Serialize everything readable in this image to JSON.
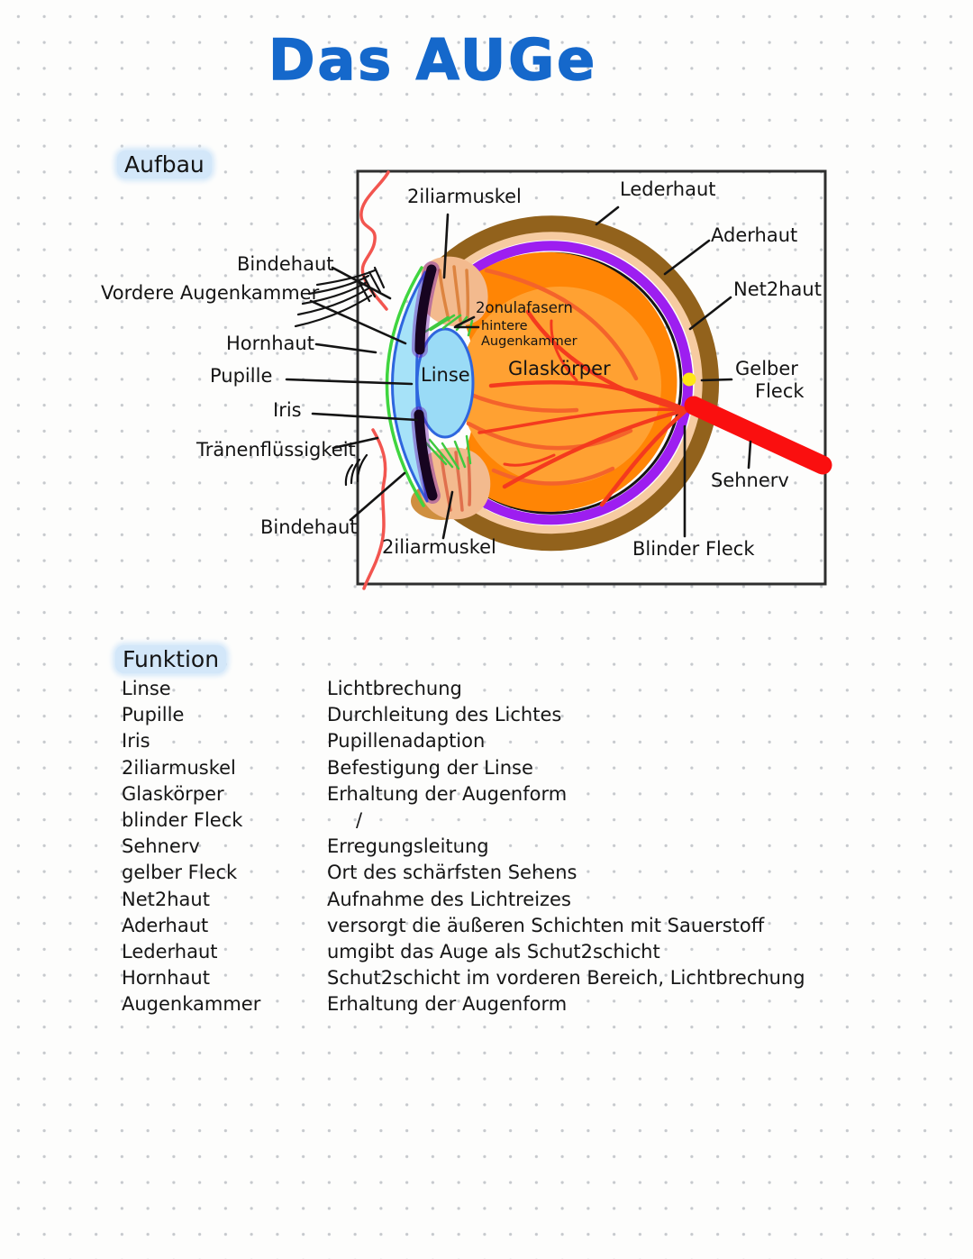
{
  "page": {
    "title": "Das AUGe"
  },
  "colors": {
    "title_blue": "#1568cb",
    "heading_highlight": "#d3e7f9",
    "ink": "#161616",
    "sclera_brown": "#92621c",
    "choroid_purple": "#9d1ef0",
    "inner_band_peach": "#f6cba1",
    "vitreous_orange_deep": "#ff8505",
    "vitreous_orange_light": "#ffa132",
    "vessel_red": "#f43a1e",
    "optic_nerve_red": "#fa0f0f",
    "macula_yellow": "#ffe714",
    "lens_blue": "#9adbf6",
    "cornea_blue": "#a6e2f8",
    "cornea_green_line": "#3fd53f",
    "outline_blue": "#2e66de",
    "ciliary_peach": "#f3ba8e",
    "fiber_green": "#3fc93f",
    "eyelid_red": "#f2554f"
  },
  "aufbau": {
    "heading": "Aufbau",
    "labels": {
      "ziliarmuskel_top": "2iliarmuskel",
      "lederhaut": "Lederhaut",
      "aderhaut": "Aderhaut",
      "netzhaut": "Net2haut",
      "gelber_fleck_1": "Gelber",
      "gelber_fleck_2": "Fleck",
      "sehnerv": "Sehnerv",
      "blinder_fleck": "Blinder Fleck",
      "bindehaut_top": "Bindehaut",
      "vordere_augenkammer": "Vordere Augenkammer",
      "hornhaut": "Hornhaut",
      "pupille": "Pupille",
      "iris": "Iris",
      "traenenfluessigkeit": "Tränenflüssigkeit",
      "bindehaut_bottom": "Bindehaut",
      "ziliarmuskel_bottom": "2iliarmuskel",
      "zonulafasern": "2onulafasern",
      "hintere_augenkammer_1": "hintere",
      "hintere_augenkammer_2": "Augenkammer",
      "linse": "Linse",
      "glaskoerper": "Glaskörper"
    }
  },
  "funktion": {
    "heading": "Funktion",
    "rows": [
      {
        "term": "Linse",
        "function": "Lichtbrechung"
      },
      {
        "term": "Pupille",
        "function": "Durchleitung des Lichtes"
      },
      {
        "term": "Iris",
        "function": "Pupillenadaption"
      },
      {
        "term": "2iliarmuskel",
        "function": "Befestigung der Linse"
      },
      {
        "term": "Glaskörper",
        "function": "Erhaltung der Augenform"
      },
      {
        "term": "blinder Fleck",
        "function": "/"
      },
      {
        "term": "Sehnerv",
        "function": "Erregungsleitung"
      },
      {
        "term": "gelber Fleck",
        "function": "Ort des schärfsten Sehens"
      },
      {
        "term": "Net2haut",
        "function": "Aufnahme des Lichtreizes"
      },
      {
        "term": "Aderhaut",
        "function": "versorgt die äußeren Schichten mit Sauerstoff"
      },
      {
        "term": "Lederhaut",
        "function": "umgibt das Auge als Schut2schicht"
      },
      {
        "term": "Hornhaut",
        "function": "Schut2schicht im vorderen Bereich, Lichtbrechung"
      },
      {
        "term": "Augenkammer",
        "function": "Erhaltung der Augenform"
      }
    ]
  }
}
